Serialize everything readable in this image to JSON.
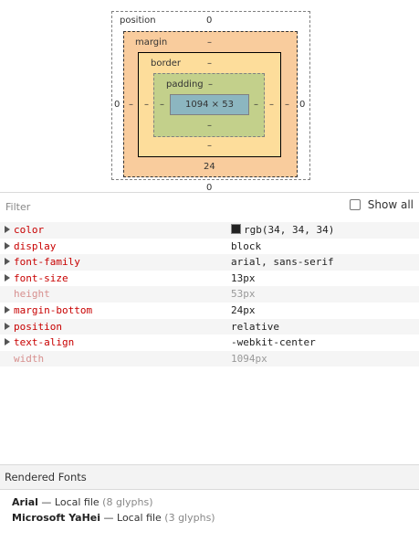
{
  "box_model": {
    "position_label": "position",
    "position_top": "0",
    "position_left": "0",
    "position_right": "0",
    "position_bottom": "0",
    "margin_label": "margin",
    "margin_top": "–",
    "margin_left": "–",
    "margin_right": "–",
    "margin_bottom": "24",
    "border_label": "border",
    "border_top": "–",
    "border_left": "–",
    "border_right": "–",
    "border_bottom": "–",
    "padding_label": "padding",
    "padding_top": "–",
    "padding_left": "–",
    "padding_right": "–",
    "padding_bottom": "–",
    "content_size": "1094 × 53"
  },
  "filter": {
    "placeholder": "Filter",
    "show_all_label": "Show all"
  },
  "properties": [
    {
      "name": "color",
      "value": "rgb(34, 34, 34)",
      "expandable": true,
      "inherited": false,
      "swatch": "#222222"
    },
    {
      "name": "display",
      "value": "block",
      "expandable": true,
      "inherited": false
    },
    {
      "name": "font-family",
      "value": "arial, sans-serif",
      "expandable": true,
      "inherited": false
    },
    {
      "name": "font-size",
      "value": "13px",
      "expandable": true,
      "inherited": false
    },
    {
      "name": "height",
      "value": "53px",
      "expandable": false,
      "inherited": true
    },
    {
      "name": "margin-bottom",
      "value": "24px",
      "expandable": true,
      "inherited": false
    },
    {
      "name": "position",
      "value": "relative",
      "expandable": true,
      "inherited": false
    },
    {
      "name": "text-align",
      "value": "-webkit-center",
      "expandable": true,
      "inherited": false
    },
    {
      "name": "width",
      "value": "1094px",
      "expandable": false,
      "inherited": true
    }
  ],
  "rendered_fonts": {
    "title": "Rendered Fonts",
    "items": [
      {
        "name": "Arial",
        "source": "— Local file",
        "glyphs": "(8 glyphs)"
      },
      {
        "name": "Microsoft YaHei",
        "source": "— Local file",
        "glyphs": "(3 glyphs)"
      }
    ]
  }
}
